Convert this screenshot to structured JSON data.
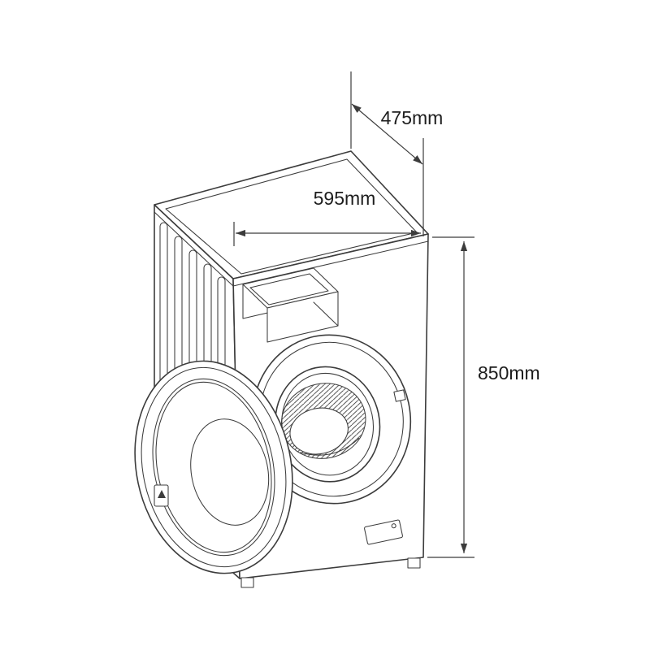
{
  "page": {
    "background": "#ffffff"
  },
  "diagram": {
    "subject": "front-load washing machine dimension drawing",
    "line_color": "#3c3c3c",
    "text_color": "#1d1d1d",
    "dimensions": {
      "depth_label": "475mm",
      "width_label": "595mm",
      "height_label": "850mm"
    }
  }
}
